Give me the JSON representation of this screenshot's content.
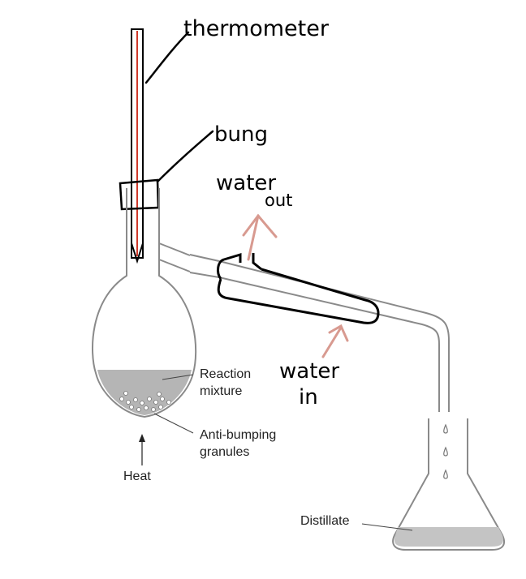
{
  "title": "Distillation apparatus",
  "labels": {
    "reaction_mixture": [
      "Reaction",
      "mixture"
    ],
    "anti_bumping": [
      "Anti-bumping",
      "granules"
    ],
    "heat": "Heat",
    "distillate": "Distillate"
  },
  "handwritten": {
    "thermometer": "thermometer",
    "bung": "bung",
    "water_out": [
      "water",
      "out"
    ],
    "water_in": [
      "water",
      "in"
    ]
  },
  "colors": {
    "glass": "#8a8a8a",
    "liquid": "#b5b5b5",
    "ink": "#000000",
    "arrow": "#d89a90",
    "thermometer_line": "#d0392a"
  }
}
